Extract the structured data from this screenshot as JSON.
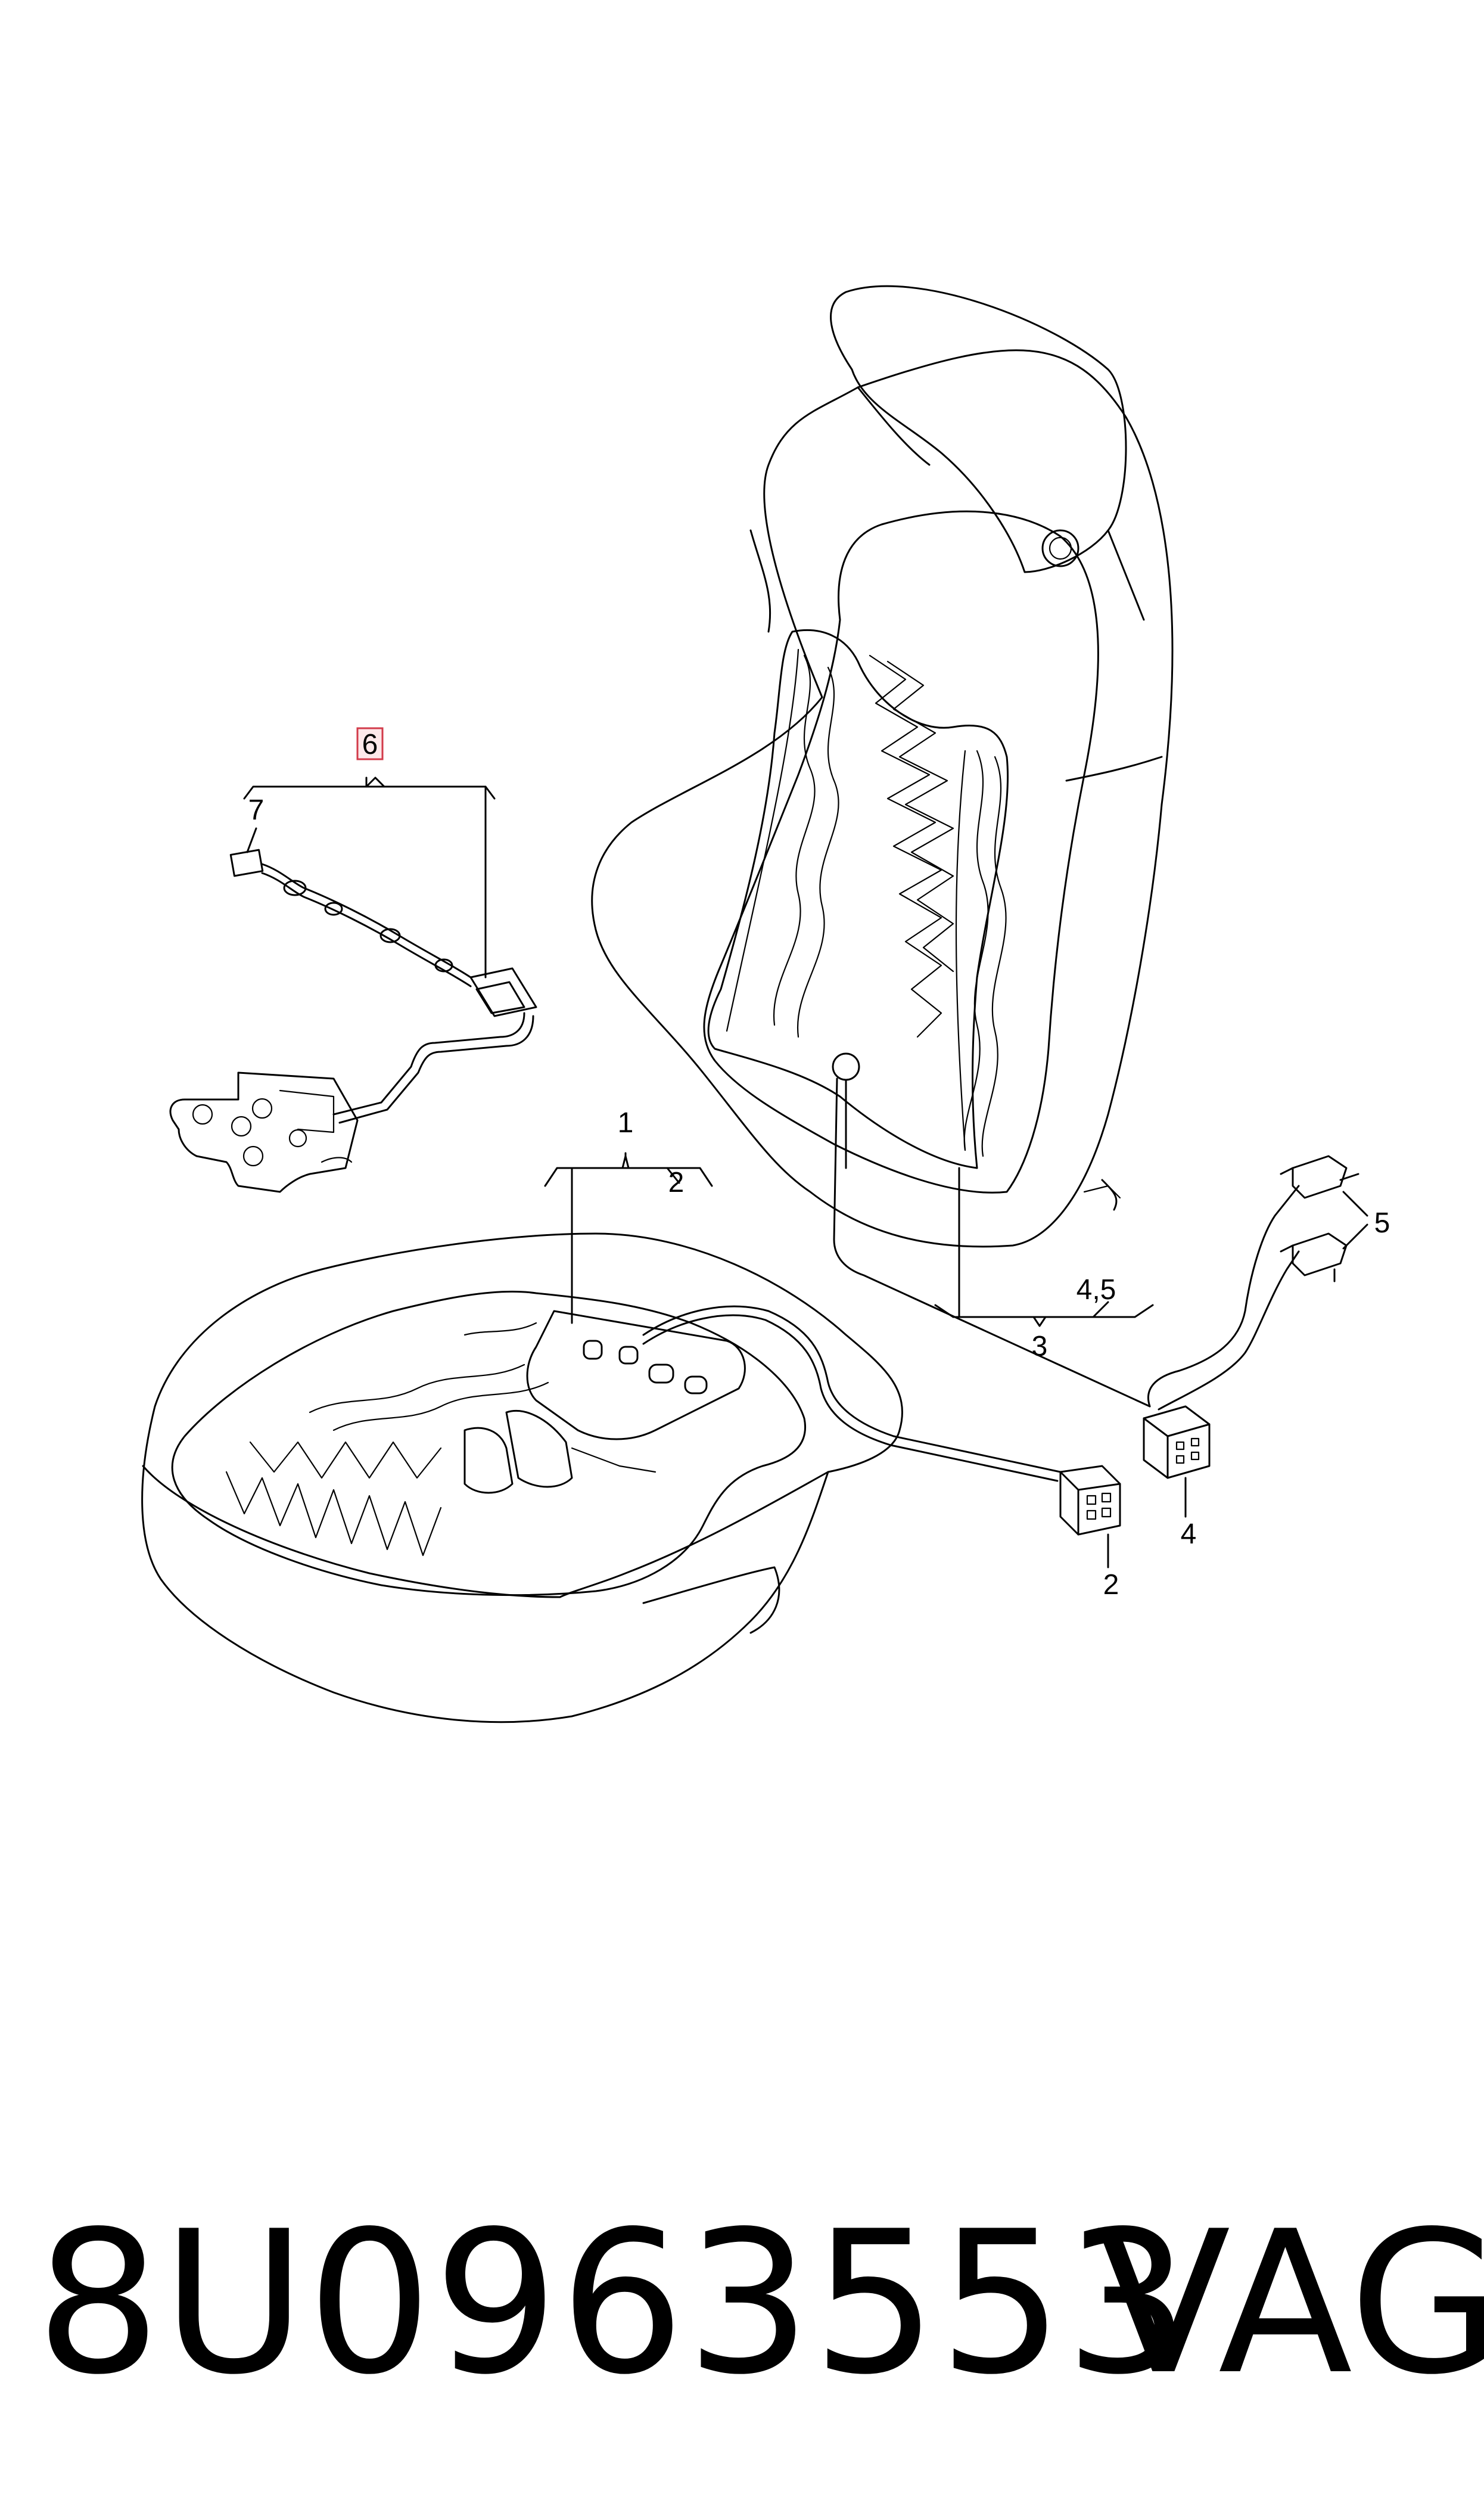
{
  "callouts": {
    "c1": "1",
    "c2_top": "2",
    "c2_bottom": "2",
    "c3": "3",
    "c45": "4,5",
    "c4": "4",
    "c5": "5",
    "c6": "6",
    "c7": "7"
  },
  "footer": {
    "part_number": "8U0963553",
    "brand": "VAG"
  },
  "colors": {
    "line": "#000000",
    "highlight_fill": "#fde8ea",
    "highlight_stroke": "#d23b4a",
    "background": "#ffffff"
  }
}
